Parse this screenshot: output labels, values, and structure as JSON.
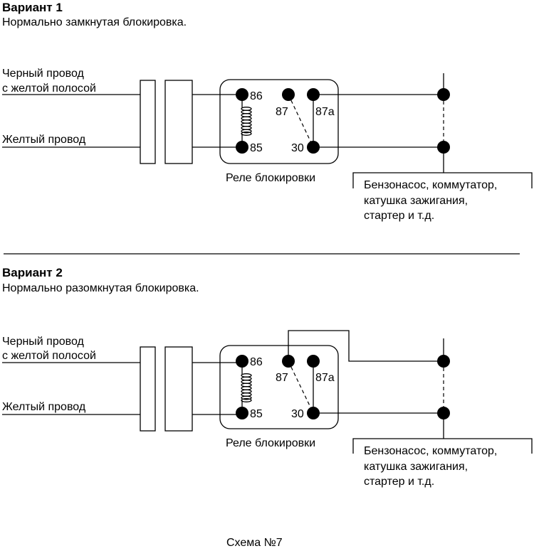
{
  "caption": "Схема №7",
  "variants": [
    {
      "title": "Вариант 1",
      "subtitle": "Нормально замкнутая блокировка.",
      "wire1_label_line1": "Черный провод",
      "wire1_label_line2": "с желтой полосой",
      "wire2_label": "Желтый провод",
      "relay_label": "Реле блокировки",
      "pins": {
        "p86": "86",
        "p87": "87",
        "p87a": "87a",
        "p85": "85",
        "p30": "30"
      },
      "load_line1": "Бензонасос, коммутатор,",
      "load_line2": "катушка зажигания,",
      "load_line3": "стартер и т.д.",
      "contact_87_used": false
    },
    {
      "title": "Вариант 2",
      "subtitle": "Нормально разомкнутая блокировка.",
      "wire1_label_line1": "Черный провод",
      "wire1_label_line2": "с желтой полосой",
      "wire2_label": "Желтый провод",
      "relay_label": "Реле блокировки",
      "pins": {
        "p86": "86",
        "p87": "87",
        "p87a": "87a",
        "p85": "85",
        "p30": "30"
      },
      "load_line1": "Бензонасос, коммутатор,",
      "load_line2": "катушка зажигания,",
      "load_line3": "стартер и т.д.",
      "contact_87_used": true
    }
  ]
}
